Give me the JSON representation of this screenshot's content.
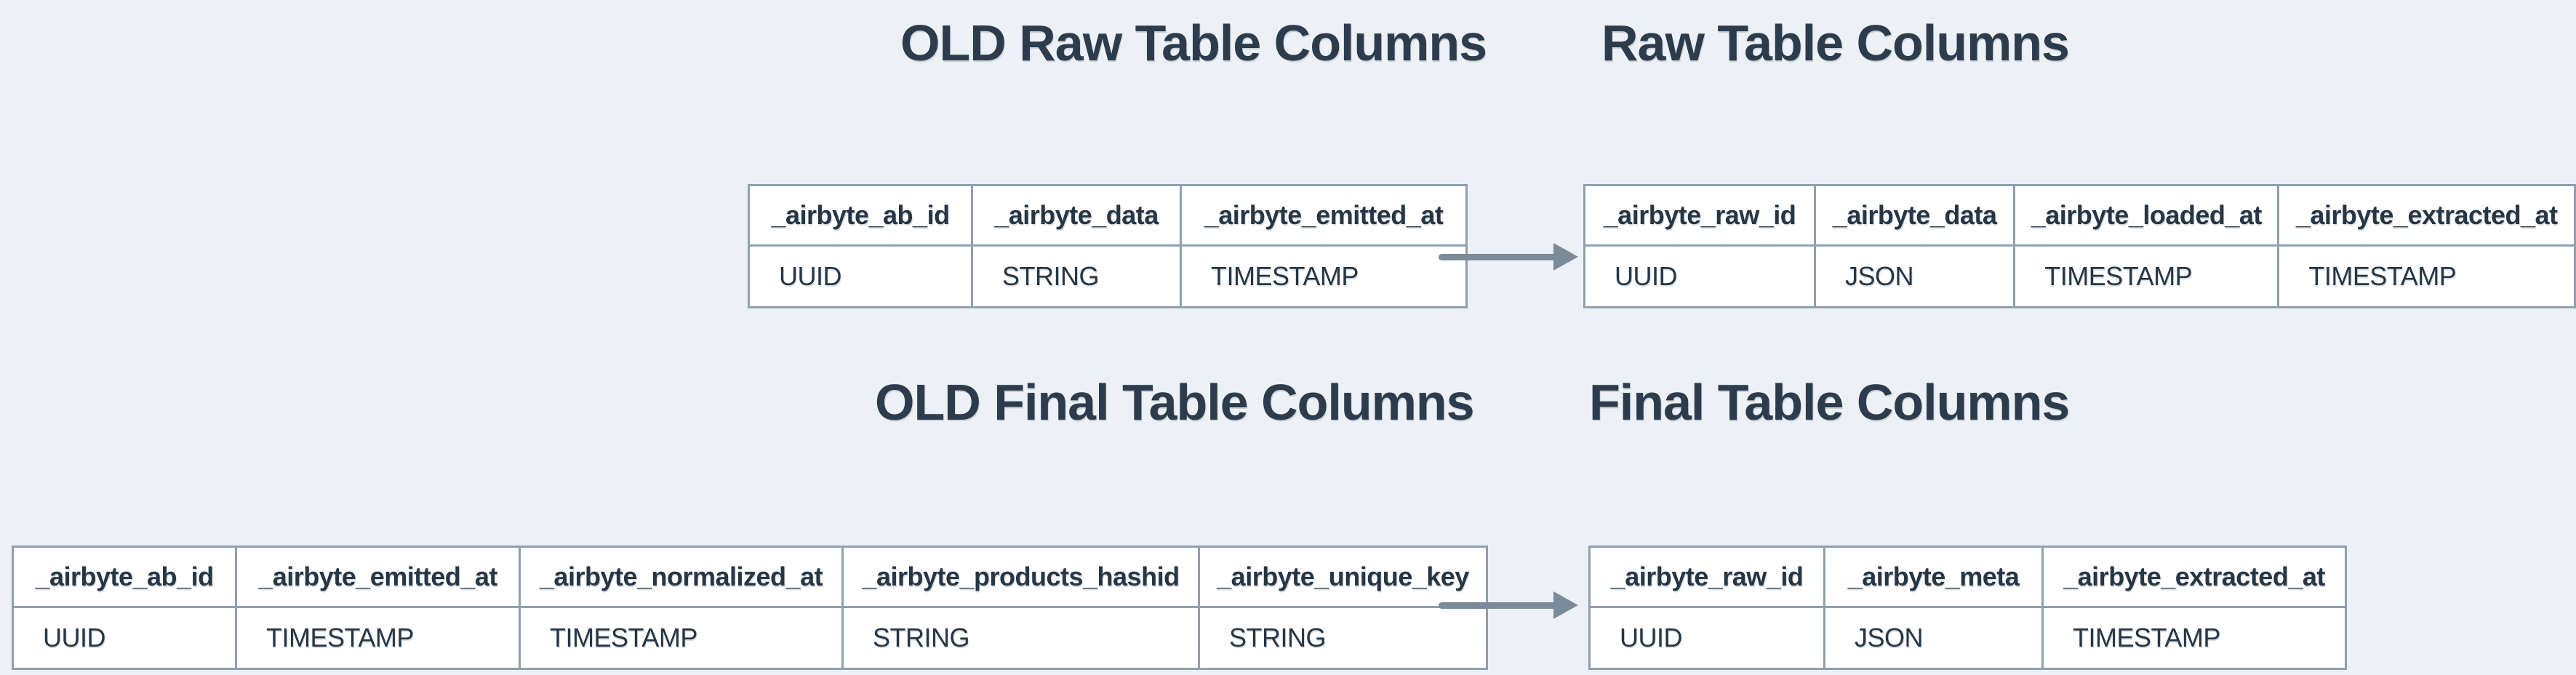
{
  "titles": {
    "old_raw": "OLD Raw Table Columns",
    "raw": "Raw Table Columns",
    "old_final": "OLD Final Table Columns",
    "final": "Final Table Columns"
  },
  "tables": {
    "old_raw": {
      "columns": [
        {
          "name": "_airbyte_ab_id",
          "type": "UUID",
          "header_bg": "peach",
          "value_bg": "white"
        },
        {
          "name": "_airbyte_data",
          "type": "STRING",
          "header_bg": "white",
          "value_bg": "peach"
        },
        {
          "name": "_airbyte_emitted_at",
          "type": "TIMESTAMP",
          "header_bg": "peach",
          "value_bg": "white"
        }
      ]
    },
    "raw": {
      "columns": [
        {
          "name": "_airbyte_raw_id",
          "type": "UUID",
          "header_bg": "peach",
          "value_bg": "white"
        },
        {
          "name": "_airbyte_data",
          "type": "JSON",
          "header_bg": "white",
          "value_bg": "peach"
        },
        {
          "name": "_airbyte_loaded_at",
          "type": "TIMESTAMP",
          "header_bg": "teal",
          "value_bg": "white"
        },
        {
          "name": "_airbyte_extracted_at",
          "type": "TIMESTAMP",
          "header_bg": "peach",
          "value_bg": "white"
        }
      ]
    },
    "old_final": {
      "columns": [
        {
          "name": "_airbyte_ab_id",
          "type": "UUID",
          "header_bg": "peach",
          "value_bg": "white"
        },
        {
          "name": "_airbyte_emitted_at",
          "type": "TIMESTAMP",
          "header_bg": "pink",
          "value_bg": "white"
        },
        {
          "name": "_airbyte_normalized_at",
          "type": "TIMESTAMP",
          "header_bg": "pink",
          "value_bg": "white"
        },
        {
          "name": "_airbyte_products_hashid",
          "type": "STRING",
          "header_bg": "pink",
          "value_bg": "white"
        },
        {
          "name": "_airbyte_unique_key",
          "type": "STRING",
          "header_bg": "pink",
          "value_bg": "white"
        }
      ]
    },
    "final": {
      "columns": [
        {
          "name": "_airbyte_raw_id",
          "type": "UUID",
          "header_bg": "peach",
          "value_bg": "white"
        },
        {
          "name": "_airbyte_meta",
          "type": "JSON",
          "header_bg": "teal",
          "value_bg": "white"
        },
        {
          "name": "_airbyte_extracted_at",
          "type": "TIMESTAMP",
          "header_bg": "teal",
          "value_bg": "white"
        }
      ]
    }
  },
  "colors": {
    "background": "#edf1f5",
    "cell_white": "#ffffff",
    "peach": "#f8dfca",
    "pink": "#f6d8de",
    "teal": "#d3e9e5",
    "border": "#8fa0ae",
    "text": "#263645",
    "title": "#2c3c4c",
    "arrow": "#7b8b99"
  },
  "icons": {
    "raw_migration_arrow": "right-arrow",
    "final_migration_arrow": "right-arrow"
  }
}
